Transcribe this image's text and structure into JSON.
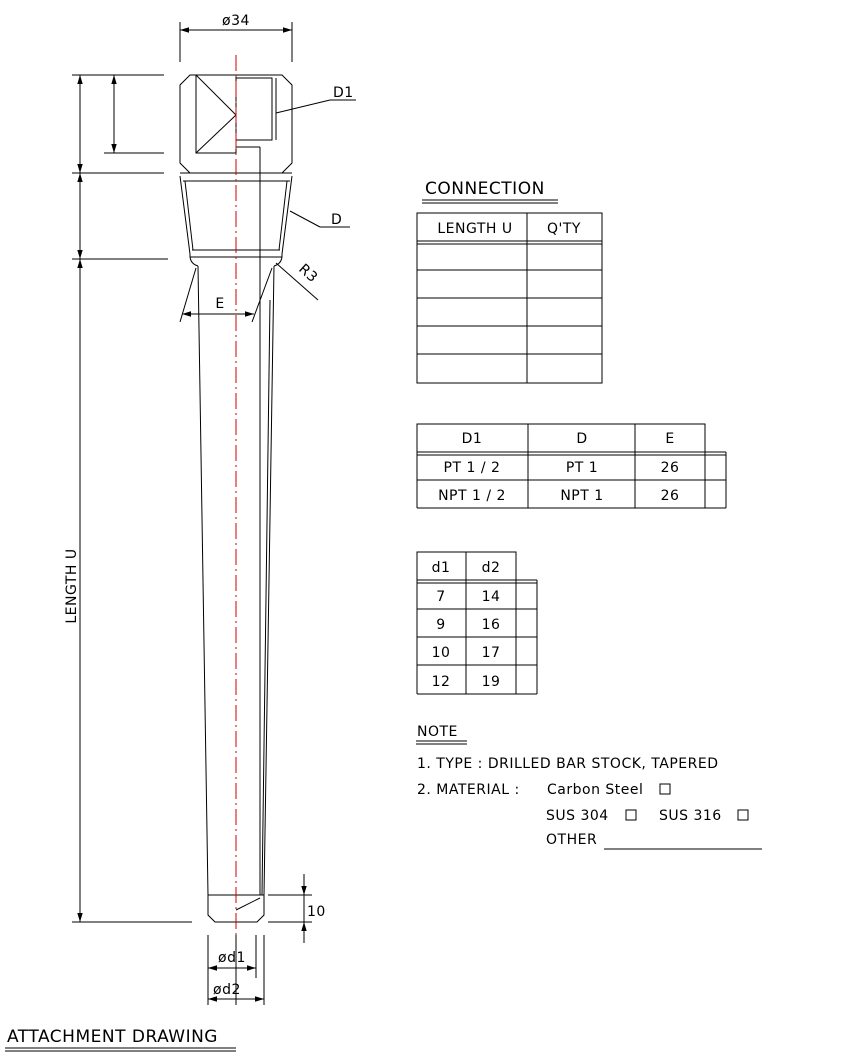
{
  "dims": {
    "outer_dia": "ø34",
    "d1_label": "D1",
    "d_label": "D",
    "radius_label": "R3",
    "e_label": "E",
    "length_label": "LENGTH U",
    "tip_len": "10",
    "d1_dia": "ød1",
    "d2_dia": "ød2"
  },
  "connection": {
    "title": "CONNECTION",
    "headers": [
      "LENGTH U",
      "Q'TY"
    ],
    "rows": [
      [
        "",
        ""
      ],
      [
        "",
        ""
      ],
      [
        "",
        ""
      ],
      [
        "",
        ""
      ],
      [
        "",
        ""
      ]
    ]
  },
  "thread_table": {
    "headers": [
      "D1",
      "D",
      "E"
    ],
    "rows": [
      [
        "PT 1 / 2",
        "PT 1",
        "26",
        ""
      ],
      [
        "NPT 1 / 2",
        "NPT 1",
        "26",
        ""
      ]
    ]
  },
  "bore_table": {
    "headers": [
      "d1",
      "d2"
    ],
    "rows": [
      [
        "7",
        "14",
        ""
      ],
      [
        "9",
        "16",
        ""
      ],
      [
        "10",
        "17",
        ""
      ],
      [
        "12",
        "19",
        ""
      ]
    ]
  },
  "note": {
    "title": "NOTE",
    "line1": "1. TYPE : DRILLED BAR STOCK, TAPERED",
    "line2_label": "2. MATERIAL :",
    "carbon_steel": "Carbon Steel",
    "sus304": "SUS 304",
    "sus316": "SUS 316",
    "other": "OTHER"
  },
  "footer": {
    "title": "ATTACHMENT DRAWING"
  }
}
